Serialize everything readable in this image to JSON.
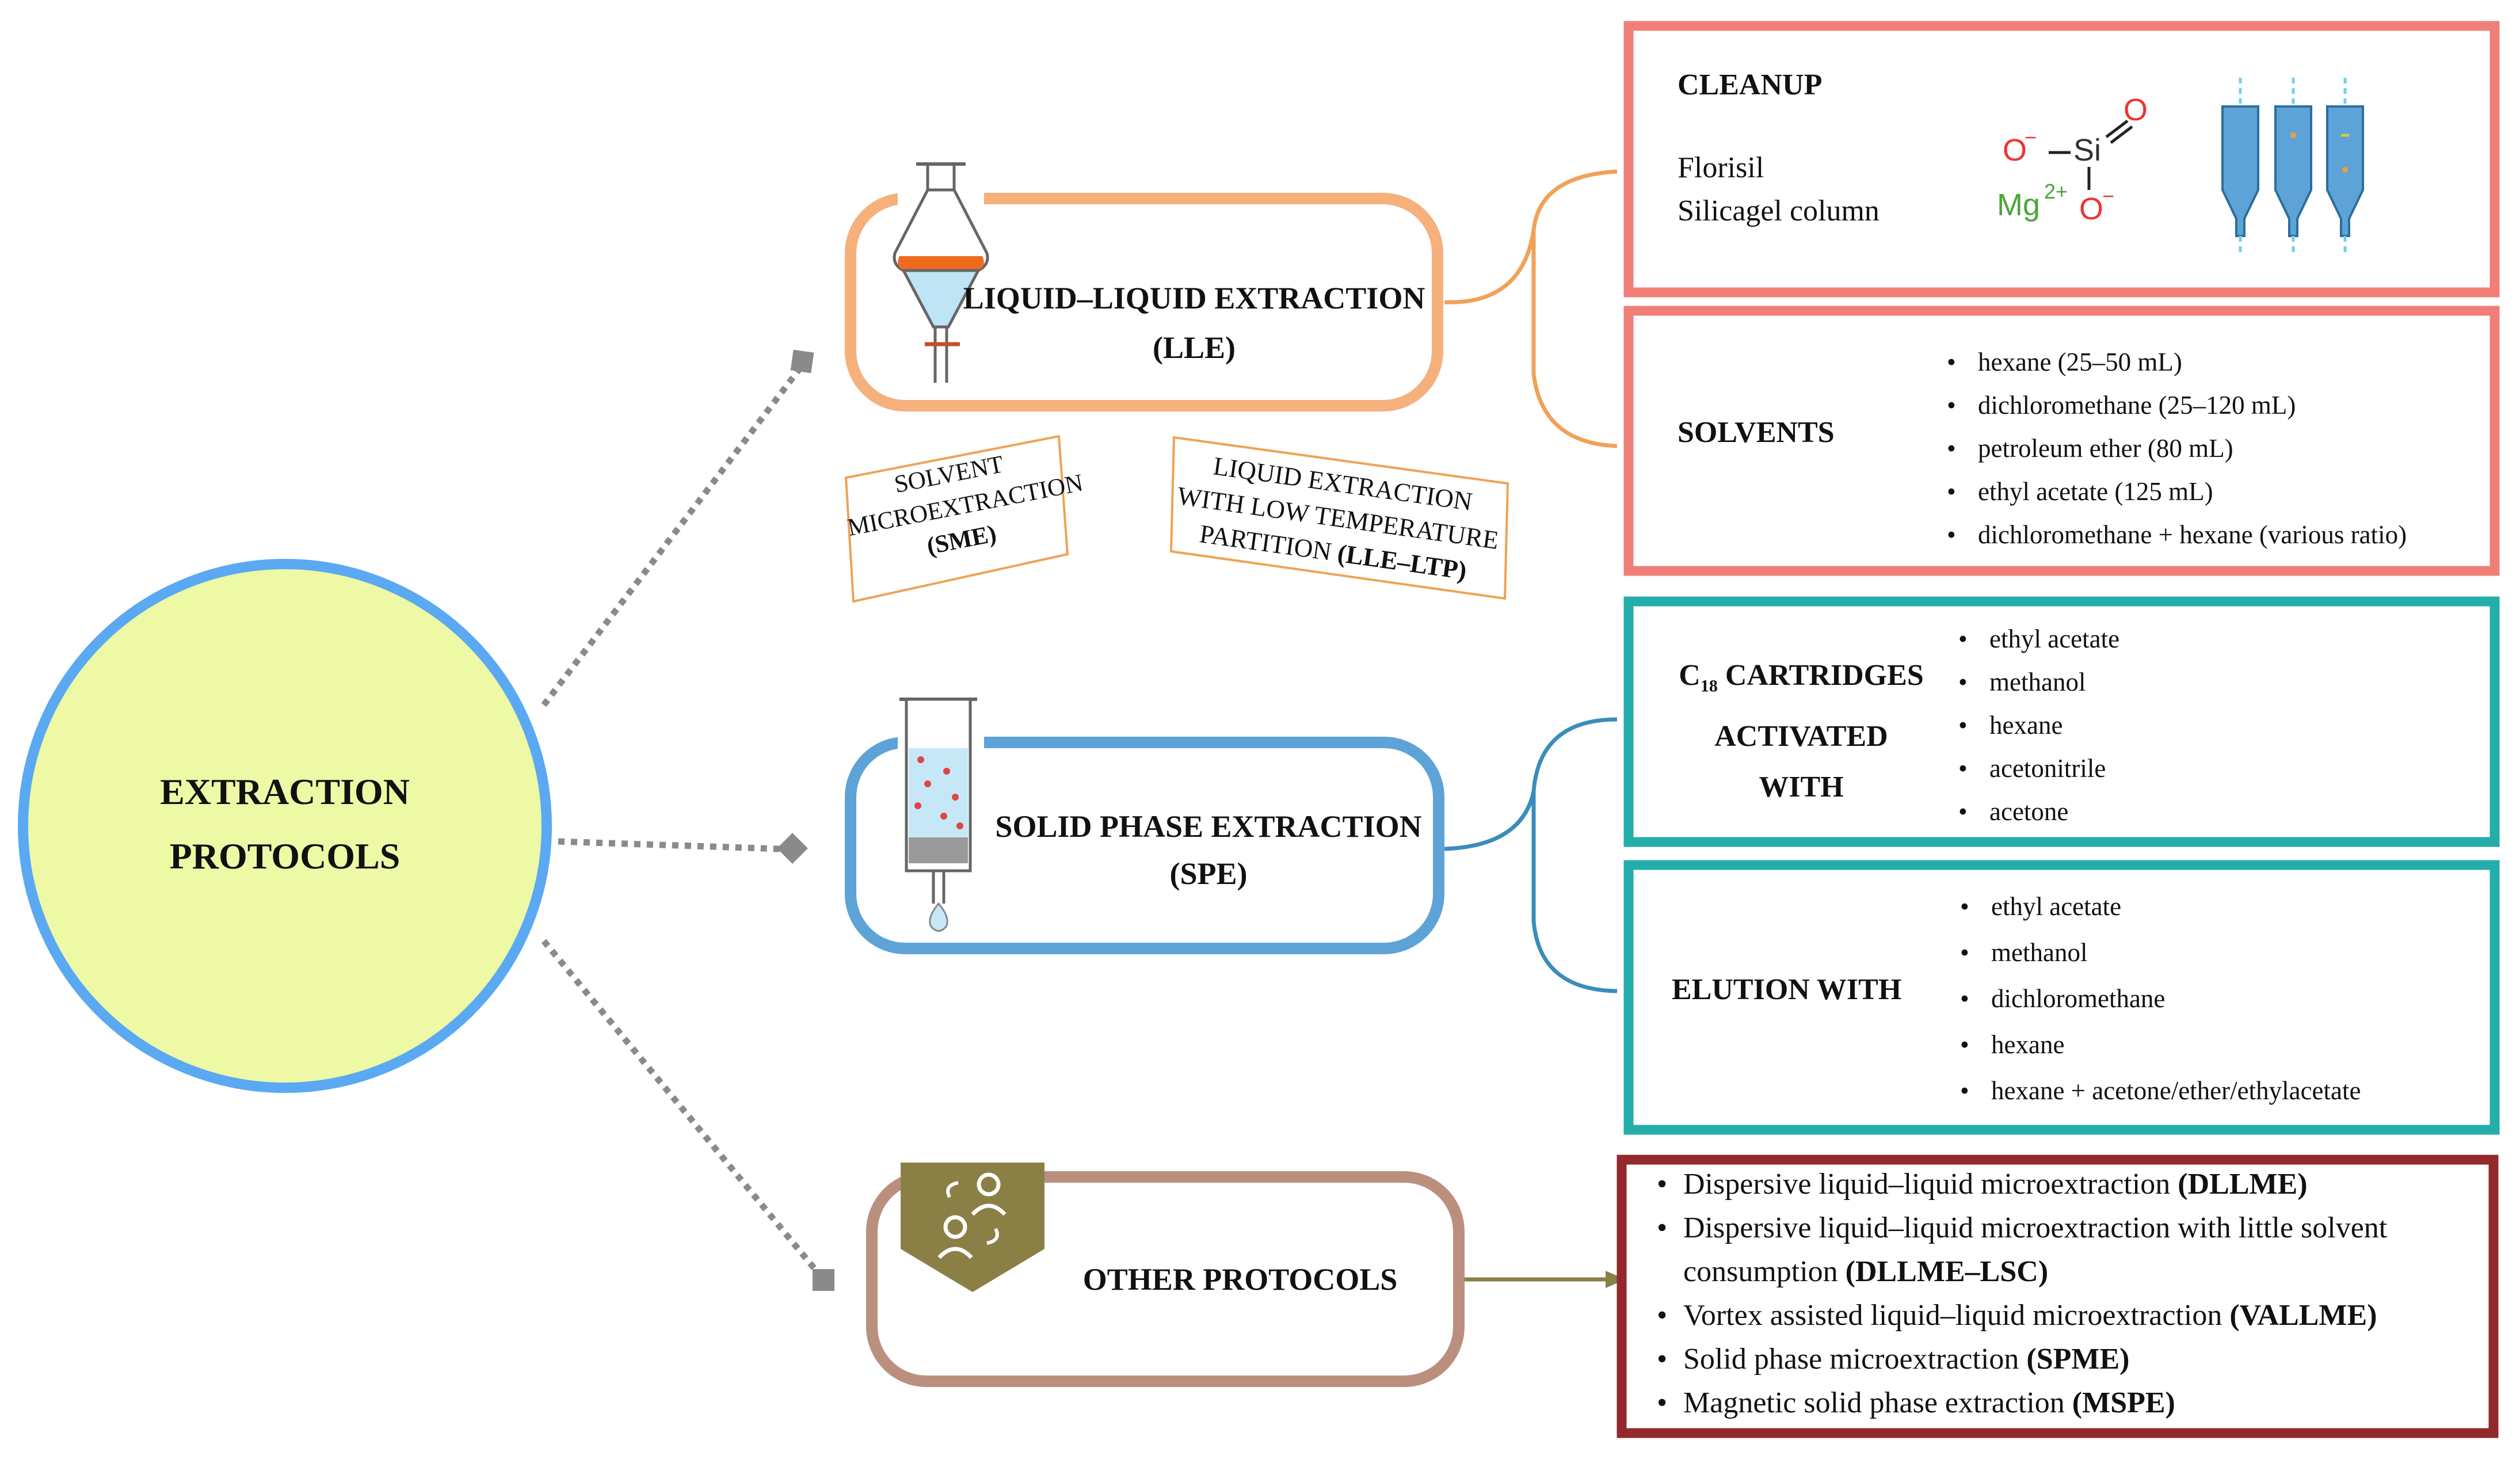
{
  "center": {
    "line1": "EXTRACTION",
    "line2": "PROTOCOLS"
  },
  "lle": {
    "line1": "LIQUID–LIQUID EXTRACTION",
    "line2": "(LLE)"
  },
  "spe": {
    "line1": "SOLID PHASE EXTRACTION",
    "line2": "(SPE)"
  },
  "other": {
    "label": "OTHER PROTOCOLS"
  },
  "sme": {
    "line1": "SOLVENT",
    "line2": "MICROEXTRACTION",
    "line3": "(SME)"
  },
  "lle_ltp": {
    "line1": "LIQUID EXTRACTION",
    "line2": "WITH LOW TEMPERATURE",
    "line3_text": "PARTITION ",
    "line3_bold": "(LLE–LTP)"
  },
  "cleanup": {
    "title": "CLEANUP",
    "items": [
      "Florisil",
      "Silicagel column"
    ],
    "formula": {
      "o1": "O",
      "si": "Si",
      "o2": "O",
      "mg": "Mg",
      "o3": "O",
      "minus": "−",
      "charge": "2+"
    }
  },
  "solvents": {
    "title": "SOLVENTS",
    "items": [
      "hexane (25–50 mL)",
      "dichloromethane (25–120 mL)",
      "petroleum ether (80 mL)",
      "ethyl acetate (125 mL)",
      "dichloromethane + hexane  (various ratio)"
    ]
  },
  "c18": {
    "prefix": "C",
    "sub": "18",
    "line1": " CARTRIDGES",
    "line2": "ACTIVATED",
    "line3": "WITH",
    "items": [
      "ethyl acetate",
      "methanol",
      "hexane",
      "acetonitrile",
      "acetone"
    ]
  },
  "elution": {
    "title": "ELUTION WITH",
    "items": [
      "ethyl acetate",
      "methanol",
      "dichloromethane",
      "hexane",
      "hexane + acetone/ether/ethylacetate"
    ]
  },
  "other_list": [
    {
      "text": "Dispersive liquid–liquid  microextraction ",
      "bold": "(DLLME)"
    },
    {
      "text": "Dispersive liquid–liquid  microextraction with little solvent consumption ",
      "bold": "(DLLME–LSC)"
    },
    {
      "text": "Vortex assisted liquid–liquid  microextraction ",
      "bold": "(VALLME)"
    },
    {
      "text": "Solid phase microextraction ",
      "bold": "(SPME)"
    },
    {
      "text": "Magnetic solid  phase extraction ",
      "bold": "(MSPE)"
    }
  ],
  "colors": {
    "circle_fill": "#eef9a6",
    "circle_stroke": "#5aa9f2",
    "lle": "#f5b07c",
    "spe": "#5ea3d8",
    "other": "#bb8f7e",
    "panel_red": "#f07f78",
    "panel_teal": "#23aeac",
    "panel_maroon": "#93292c",
    "dots": "#8a8a8a",
    "olive": "#8a8046"
  }
}
